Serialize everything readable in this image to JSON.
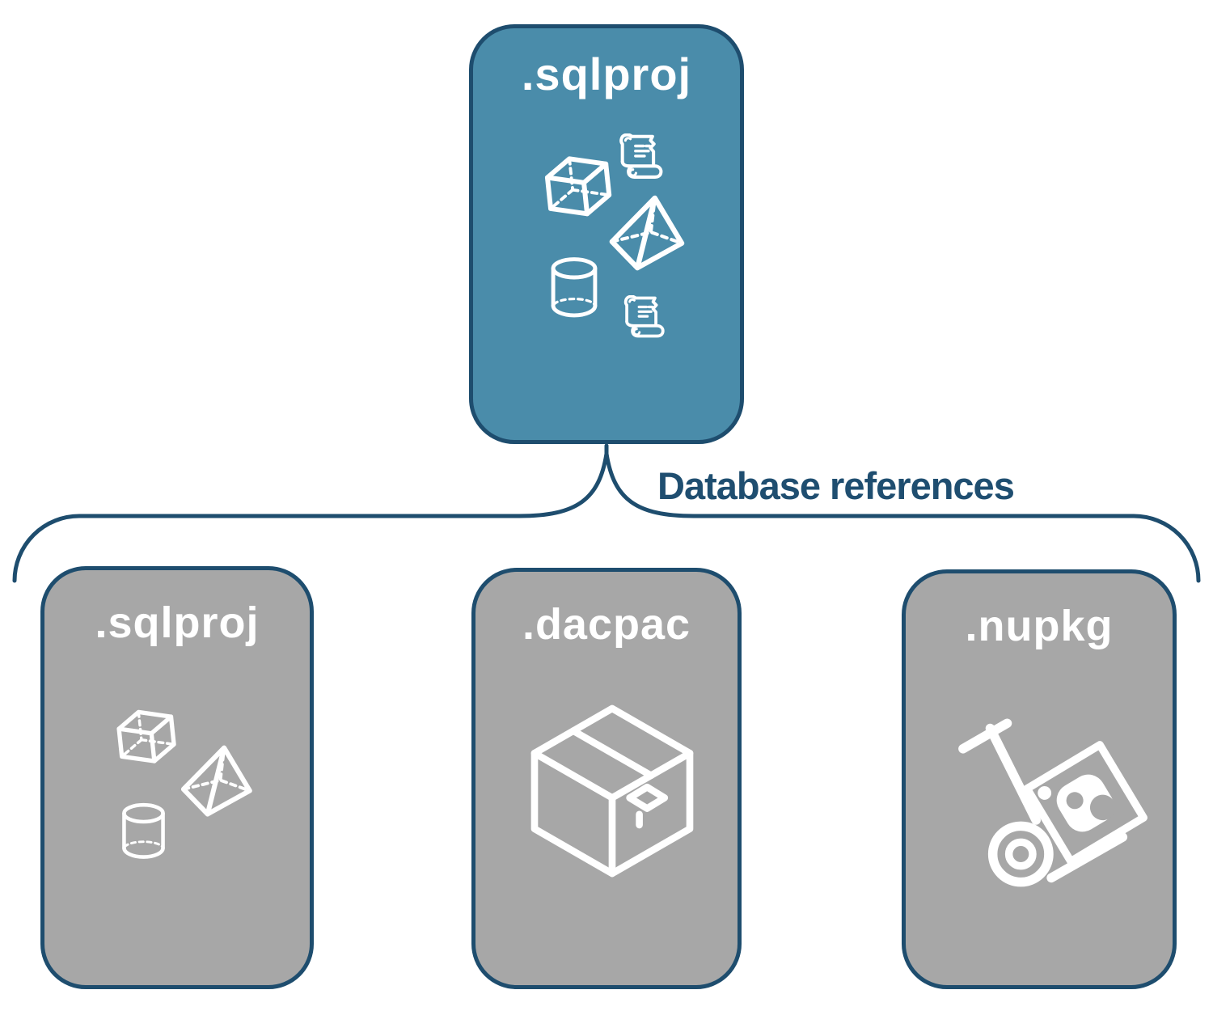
{
  "colors": {
    "root_fill": "#4a8caa",
    "child_fill": "#a7a7a7",
    "border": "#1e4d6e",
    "label_text": "#ffffff",
    "connector_text": "#1f4e70",
    "icon_stroke": "#ffffff",
    "background": "#ffffff"
  },
  "root": {
    "label": ".sqlproj",
    "icons": [
      "cube-3d",
      "sql-script-scroll",
      "pyramid-3d",
      "cylinder-3d",
      "sql-script-scroll"
    ]
  },
  "connector": {
    "label": "Database references"
  },
  "children": [
    {
      "label": ".sqlproj",
      "icons": [
        "cube-3d",
        "pyramid-3d",
        "cylinder-3d"
      ]
    },
    {
      "label": ".dacpac",
      "icons": [
        "package-box-3d"
      ]
    },
    {
      "label": ".nupkg",
      "icons": [
        "nuget-hand-truck"
      ]
    }
  ]
}
